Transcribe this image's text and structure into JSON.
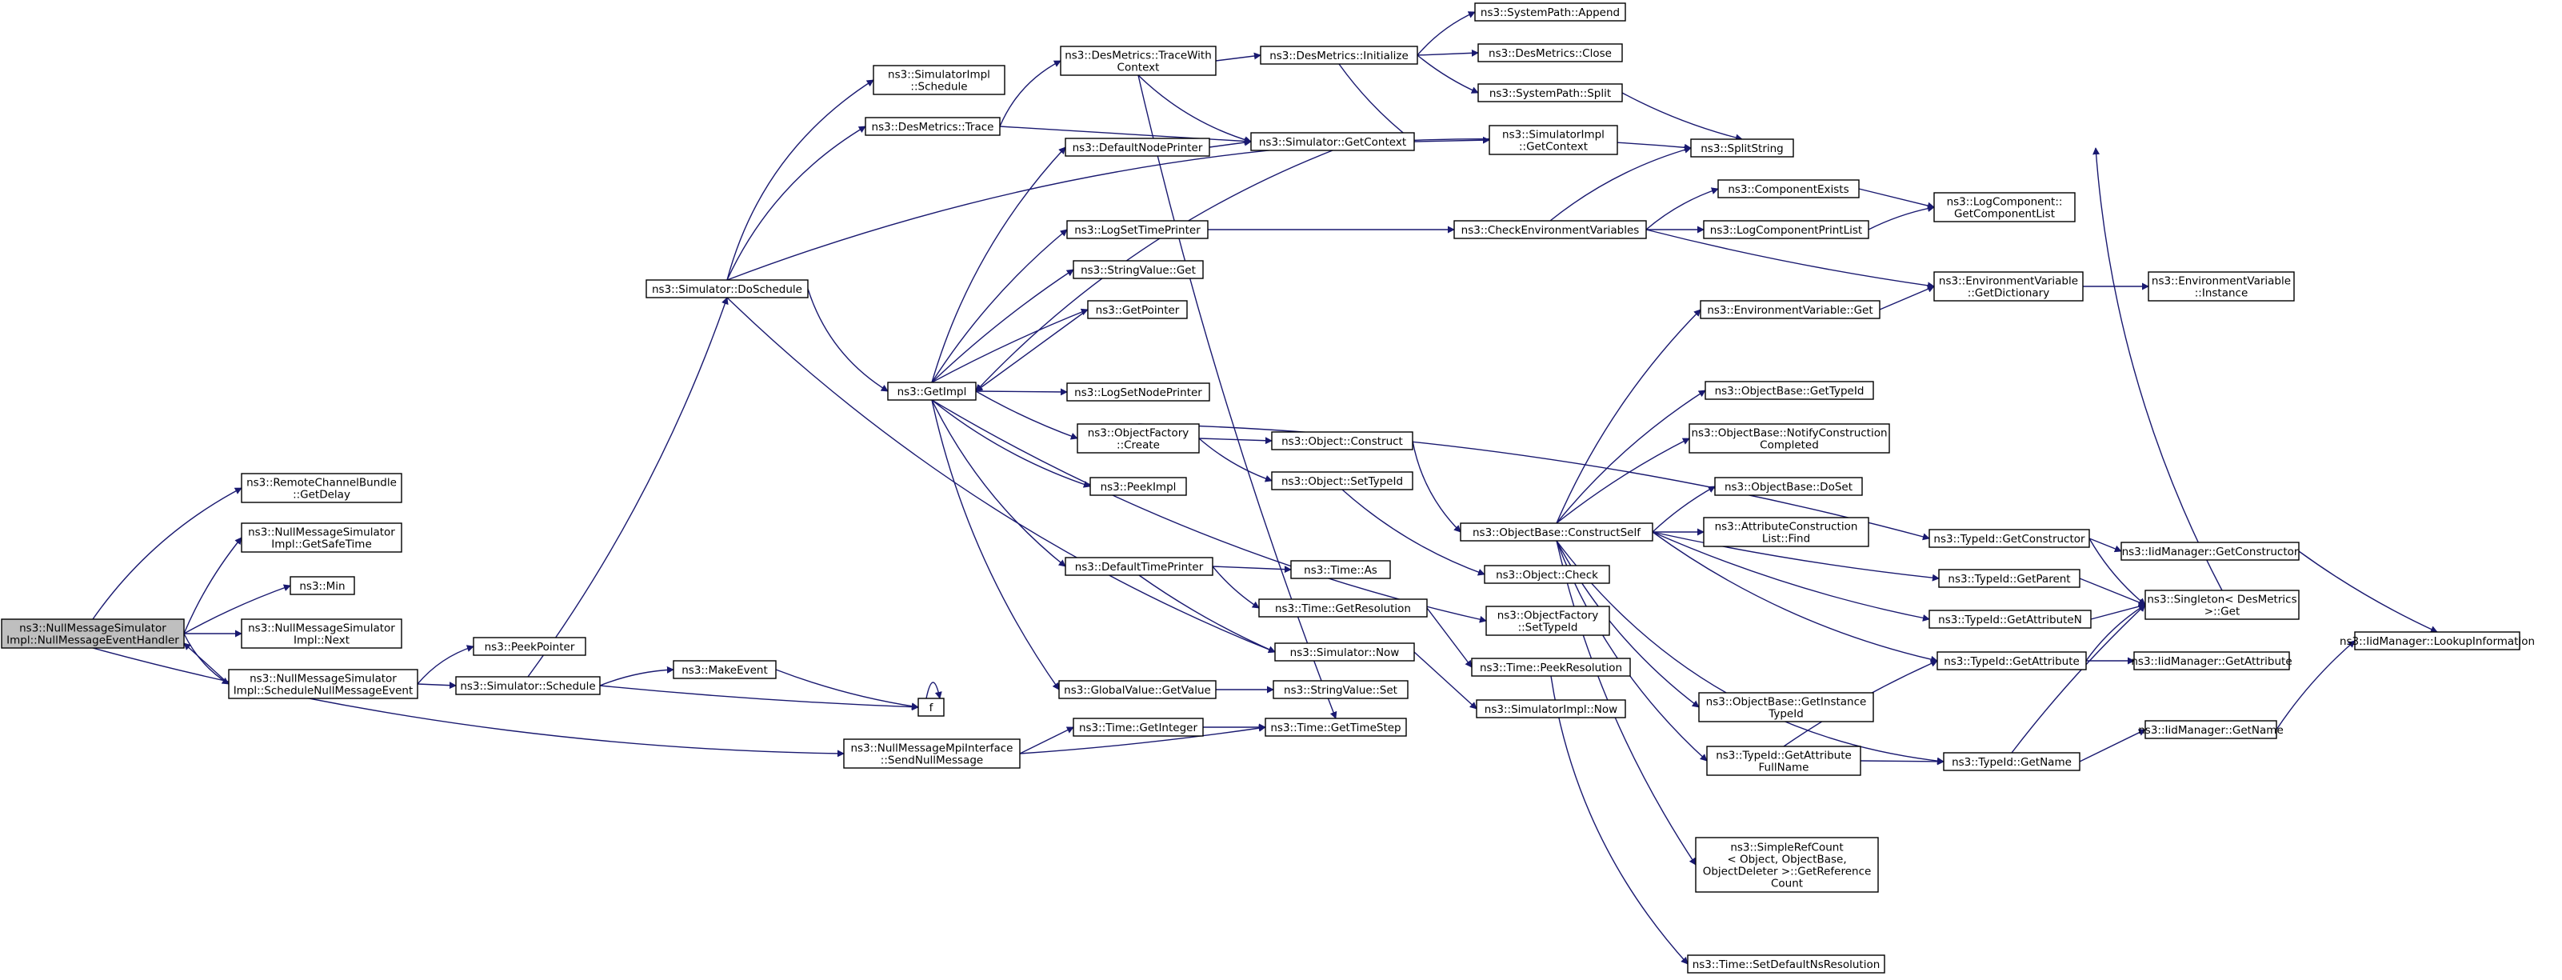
{
  "nodes": [
    {
      "id": "root",
      "lines": [
        "ns3::NullMessageSimulator",
        "Impl::NullMessageEventHandler"
      ],
      "highlight": true
    },
    {
      "id": "rcb",
      "lines": [
        "ns3::RemoteChannelBundle",
        "::GetDelay"
      ]
    },
    {
      "id": "safetime",
      "lines": [
        "ns3::NullMessageSimulator",
        "Impl::GetSafeTime"
      ]
    },
    {
      "id": "min",
      "lines": [
        "ns3::Min"
      ]
    },
    {
      "id": "next",
      "lines": [
        "ns3::NullMessageSimulator",
        "Impl::Next"
      ]
    },
    {
      "id": "schednull",
      "lines": [
        "ns3::NullMessageSimulator",
        "Impl::ScheduleNullMessageEvent"
      ]
    },
    {
      "id": "peekptr",
      "lines": [
        "ns3::PeekPointer"
      ]
    },
    {
      "id": "simsched",
      "lines": [
        "ns3::Simulator::Schedule"
      ]
    },
    {
      "id": "makeevent",
      "lines": [
        "ns3::MakeEvent"
      ]
    },
    {
      "id": "f",
      "lines": [
        "f"
      ]
    },
    {
      "id": "sendnull",
      "lines": [
        "ns3::NullMessageMpiInterface",
        "::SendNullMessage"
      ]
    },
    {
      "id": "dosched",
      "lines": [
        "ns3::Simulator::DoSchedule"
      ]
    },
    {
      "id": "simimplsched",
      "lines": [
        "ns3::SimulatorImpl",
        "::Schedule"
      ]
    },
    {
      "id": "dmtrace",
      "lines": [
        "ns3::DesMetrics::Trace"
      ]
    },
    {
      "id": "getimpl",
      "lines": [
        "ns3::GetImpl"
      ]
    },
    {
      "id": "dmtracectx",
      "lines": [
        "ns3::DesMetrics::TraceWith",
        "Context"
      ]
    },
    {
      "id": "dminit",
      "lines": [
        "ns3::DesMetrics::Initialize"
      ]
    },
    {
      "id": "spappend",
      "lines": [
        "ns3::SystemPath::Append"
      ]
    },
    {
      "id": "dmclose",
      "lines": [
        "ns3::DesMetrics::Close"
      ]
    },
    {
      "id": "spsplit",
      "lines": [
        "ns3::SystemPath::Split"
      ]
    },
    {
      "id": "getctx",
      "lines": [
        "ns3::Simulator::GetContext"
      ]
    },
    {
      "id": "simimplctx",
      "lines": [
        "ns3::SimulatorImpl",
        "::GetContext"
      ]
    },
    {
      "id": "defnode",
      "lines": [
        "ns3::DefaultNodePrinter"
      ]
    },
    {
      "id": "splitstr",
      "lines": [
        "ns3::SplitString"
      ]
    },
    {
      "id": "logsettime",
      "lines": [
        "ns3::LogSetTimePrinter"
      ]
    },
    {
      "id": "checkenv",
      "lines": [
        "ns3::CheckEnvironmentVariables"
      ]
    },
    {
      "id": "compexists",
      "lines": [
        "ns3::ComponentExists"
      ]
    },
    {
      "id": "logcomplist",
      "lines": [
        "ns3::LogComponent::",
        "GetComponentList"
      ]
    },
    {
      "id": "logcompprint",
      "lines": [
        "ns3::LogComponentPrintList"
      ]
    },
    {
      "id": "strvalget",
      "lines": [
        "ns3::StringValue::Get"
      ]
    },
    {
      "id": "envdict",
      "lines": [
        "ns3::EnvironmentVariable",
        "::GetDictionary"
      ]
    },
    {
      "id": "envinst",
      "lines": [
        "ns3::EnvironmentVariable",
        "::Instance"
      ]
    },
    {
      "id": "getptr",
      "lines": [
        "ns3::GetPointer"
      ]
    },
    {
      "id": "envget",
      "lines": [
        "ns3::EnvironmentVariable::Get"
      ]
    },
    {
      "id": "logsetnode",
      "lines": [
        "ns3::LogSetNodePrinter"
      ]
    },
    {
      "id": "obgettypeid",
      "lines": [
        "ns3::ObjectBase::GetTypeId"
      ],
      "red": true
    },
    {
      "id": "ofcreate",
      "lines": [
        "ns3::ObjectFactory",
        "::Create"
      ]
    },
    {
      "id": "objconstruct",
      "lines": [
        "ns3::Object::Construct"
      ]
    },
    {
      "id": "obnotify",
      "lines": [
        "ns3::ObjectBase::NotifyConstruction",
        "Completed"
      ]
    },
    {
      "id": "peekimpl",
      "lines": [
        "ns3::PeekImpl"
      ]
    },
    {
      "id": "objsettypeid",
      "lines": [
        "ns3::Object::SetTypeId"
      ]
    },
    {
      "id": "obdoset",
      "lines": [
        "ns3::ObjectBase::DoSet"
      ]
    },
    {
      "id": "obconstructself",
      "lines": [
        "ns3::ObjectBase::ConstructSelf"
      ]
    },
    {
      "id": "acfind",
      "lines": [
        "ns3::AttributeConstruction",
        "List::Find"
      ]
    },
    {
      "id": "tidgetctor",
      "lines": [
        "ns3::TypeId::GetConstructor"
      ]
    },
    {
      "id": "iidgetctor",
      "lines": [
        "ns3::IidManager::GetConstructor"
      ]
    },
    {
      "id": "deftime",
      "lines": [
        "ns3::DefaultTimePrinter"
      ]
    },
    {
      "id": "timeas",
      "lines": [
        "ns3::Time::As"
      ]
    },
    {
      "id": "objcheck",
      "lines": [
        "ns3::Object::Check"
      ]
    },
    {
      "id": "tidgetparent",
      "lines": [
        "ns3::TypeId::GetParent"
      ],
      "red": true
    },
    {
      "id": "singleton",
      "lines": [
        "ns3::Singleton< DesMetrics",
        "  >::Get"
      ]
    },
    {
      "id": "timegetres",
      "lines": [
        "ns3::Time::GetResolution"
      ]
    },
    {
      "id": "ofsettypeid",
      "lines": [
        "ns3::ObjectFactory",
        "::SetTypeId"
      ]
    },
    {
      "id": "tidgetattrn",
      "lines": [
        "ns3::TypeId::GetAttributeN"
      ],
      "red": true
    },
    {
      "id": "simnow",
      "lines": [
        "ns3::Simulator::Now"
      ]
    },
    {
      "id": "iidlookup",
      "lines": [
        "ns3::IidManager::LookupInformation"
      ]
    },
    {
      "id": "tidgetattr",
      "lines": [
        "ns3::TypeId::GetAttribute"
      ]
    },
    {
      "id": "iidgetattr",
      "lines": [
        "ns3::IidManager::GetAttribute"
      ]
    },
    {
      "id": "timepeekres",
      "lines": [
        "ns3::Time::PeekResolution"
      ]
    },
    {
      "id": "gvgetvalue",
      "lines": [
        "ns3::GlobalValue::GetValue"
      ]
    },
    {
      "id": "strvalset",
      "lines": [
        "ns3::StringValue::Set"
      ]
    },
    {
      "id": "simimplnow",
      "lines": [
        "ns3::SimulatorImpl::Now"
      ]
    },
    {
      "id": "obgetinst",
      "lines": [
        "ns3::ObjectBase::GetInstance",
        "TypeId"
      ]
    },
    {
      "id": "timegetint",
      "lines": [
        "ns3::Time::GetInteger"
      ]
    },
    {
      "id": "timegetstep",
      "lines": [
        "ns3::Time::GetTimeStep"
      ]
    },
    {
      "id": "tidgetname",
      "lines": [
        "ns3::TypeId::GetName"
      ]
    },
    {
      "id": "iidgetname",
      "lines": [
        "ns3::IidManager::GetName"
      ]
    },
    {
      "id": "tidgetattrfull",
      "lines": [
        "ns3::TypeId::GetAttribute",
        "FullName"
      ]
    },
    {
      "id": "srcgetref",
      "lines": [
        "ns3::SimpleRefCount",
        "< Object, ObjectBase,",
        "ObjectDeleter >::GetReference",
        "Count"
      ]
    },
    {
      "id": "timesetdef",
      "lines": [
        "ns3::Time::SetDefaultNsResolution"
      ],
      "red": true
    }
  ]
}
